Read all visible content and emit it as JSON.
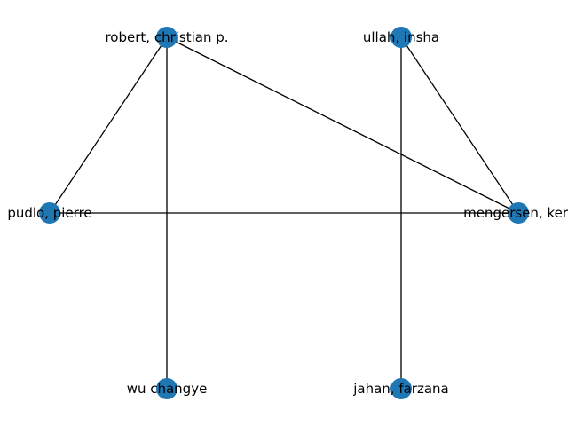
{
  "graph": {
    "node_color": "#1f77b4",
    "edge_color": "#000000",
    "nodes": [
      {
        "id": "robert",
        "label": "robert, christian p."
      },
      {
        "id": "ullah",
        "label": "ullah, insha"
      },
      {
        "id": "pudlo",
        "label": "pudlo, pierre"
      },
      {
        "id": "mengersen",
        "label": "mengersen, kerr"
      },
      {
        "id": "wu",
        "label": "wu changye"
      },
      {
        "id": "jahan",
        "label": "jahan, farzana"
      }
    ],
    "edges": [
      [
        "robert",
        "pudlo"
      ],
      [
        "robert",
        "wu"
      ],
      [
        "robert",
        "mengersen"
      ],
      [
        "ullah",
        "mengersen"
      ],
      [
        "ullah",
        "jahan"
      ],
      [
        "pudlo",
        "mengersen"
      ]
    ]
  }
}
